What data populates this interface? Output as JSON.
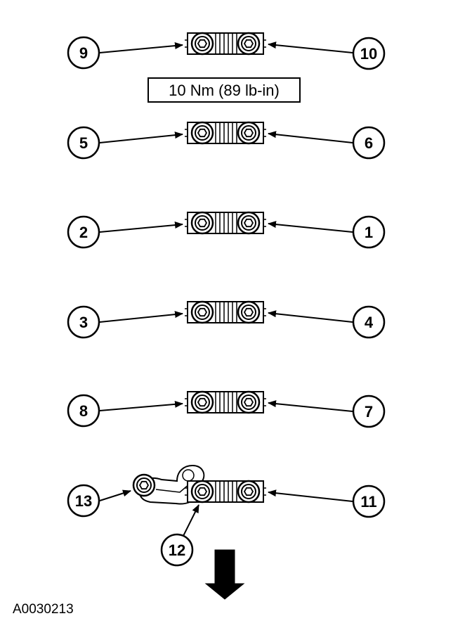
{
  "diagram": {
    "torque_spec": "10 Nm (89 lb-in)",
    "figure_id": "A0030213",
    "callouts": [
      "9",
      "10",
      "5",
      "6",
      "2",
      "1",
      "3",
      "4",
      "8",
      "7",
      "13",
      "11",
      "12"
    ],
    "rows": [
      {
        "left": "9",
        "right": "10"
      },
      {
        "left": "5",
        "right": "6"
      },
      {
        "left": "2",
        "right": "1"
      },
      {
        "left": "3",
        "right": "4"
      },
      {
        "left": "8",
        "right": "7"
      },
      {
        "left": "13",
        "right": "11",
        "below": "12"
      }
    ],
    "front_arrow_icon": "down-arrow-icon",
    "colors": {
      "ink": "#000000",
      "background": "#ffffff"
    }
  }
}
